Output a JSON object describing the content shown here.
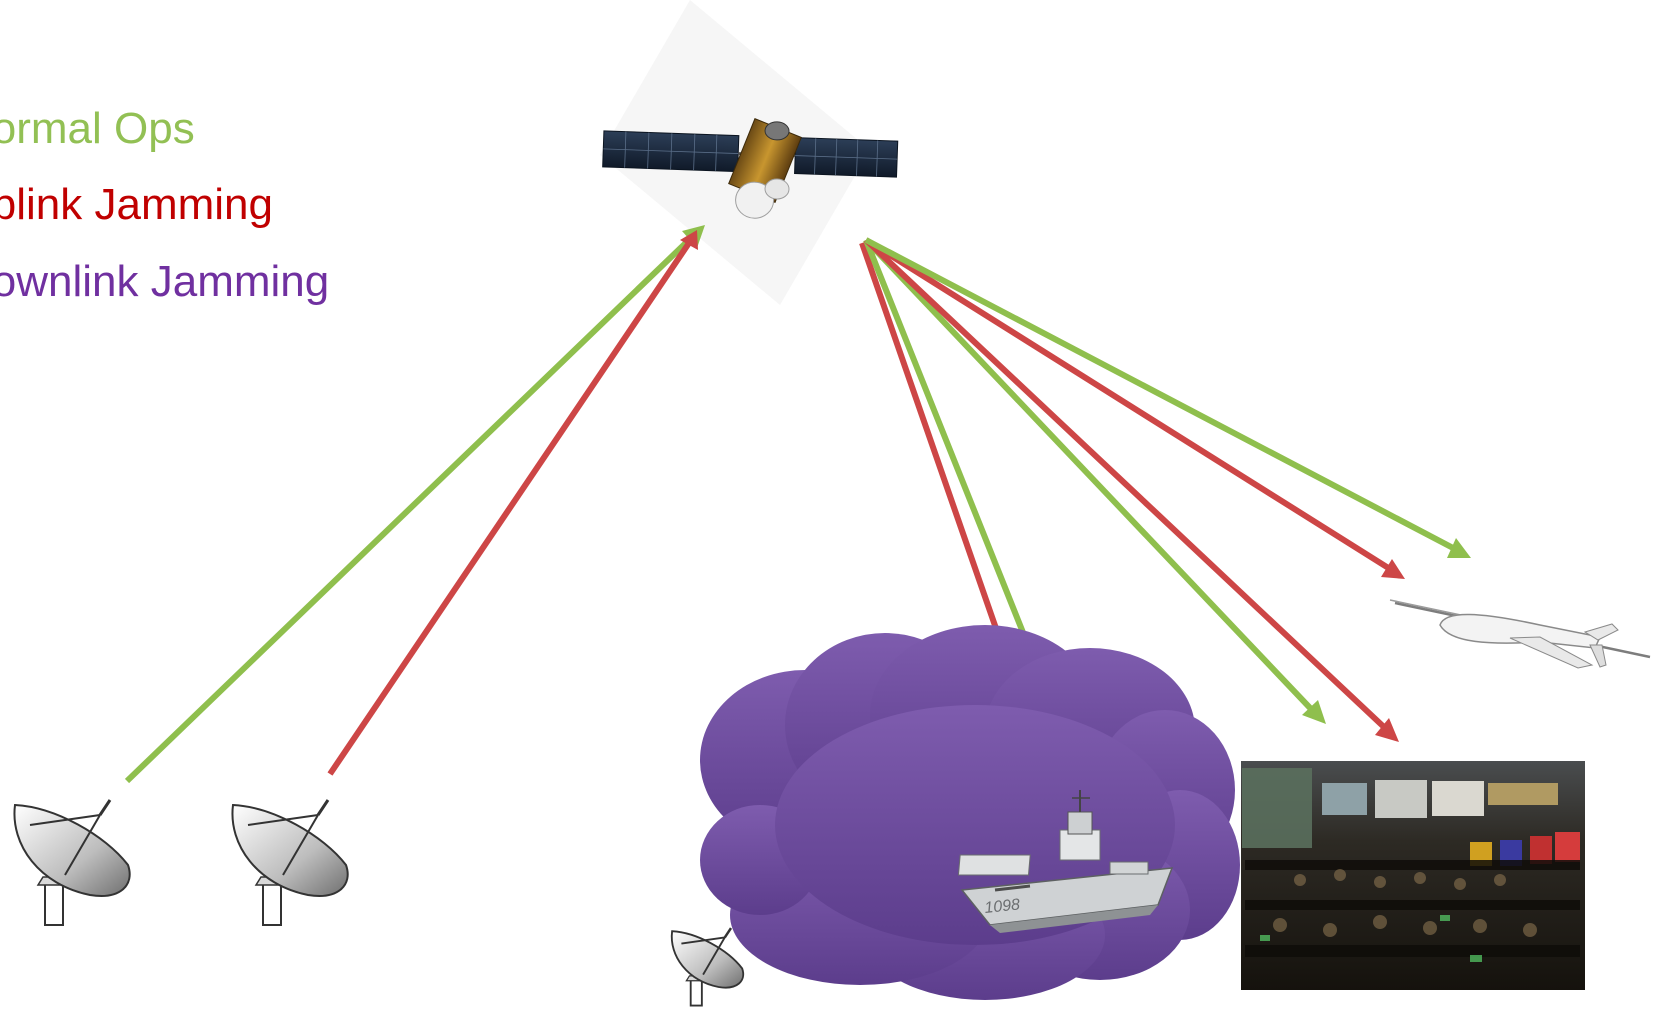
{
  "legend": {
    "normal": {
      "label": "Normal Ops",
      "color": "#92c054"
    },
    "uplink": {
      "label": "Uplink Jamming",
      "color": "#c00000"
    },
    "downlink": {
      "label": "Downlink Jamming",
      "color": "#7030a0"
    }
  },
  "arrow_colors": {
    "green": "#8fbf4d",
    "red": "#cd4646"
  },
  "cloud_colors": {
    "top": "#7e5cae",
    "bottom": "#5c3d8c"
  },
  "ship_hull_number": "1098",
  "icons": [
    "satellite-icon",
    "satellite-dish-icon",
    "ship-icon",
    "drone-icon",
    "command-center-image"
  ]
}
